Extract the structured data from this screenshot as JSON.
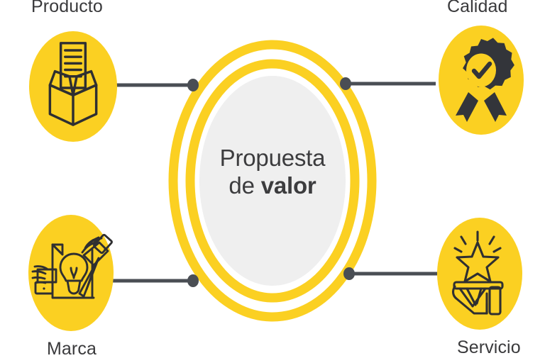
{
  "diagram": {
    "title": "Propuesta de valor",
    "center": {
      "line1": "Propuesta",
      "line2_prefix": "de ",
      "line2_strong": "valor",
      "fill_color": "#EFEFEF",
      "ring_color": "#FBD022",
      "text_color": "#3C3C3E"
    },
    "connector": {
      "line_color": "#4A4E54",
      "dot_color": "#4A4E54"
    },
    "node_color": "#FBD022",
    "icon_color": "#2F2F31",
    "nodes": [
      {
        "id": "producto",
        "label": "Producto",
        "icon": "open-box-with-document-icon",
        "position": "top-left"
      },
      {
        "id": "calidad",
        "label": "Calidad",
        "icon": "quality-badge-check-icon",
        "position": "top-right"
      },
      {
        "id": "marca",
        "label": "Marca",
        "icon": "hands-lightbulb-design-icon",
        "position": "bottom-left"
      },
      {
        "id": "servicio",
        "label": "Servicio",
        "icon": "hand-tray-star-icon",
        "position": "bottom-right"
      }
    ]
  }
}
